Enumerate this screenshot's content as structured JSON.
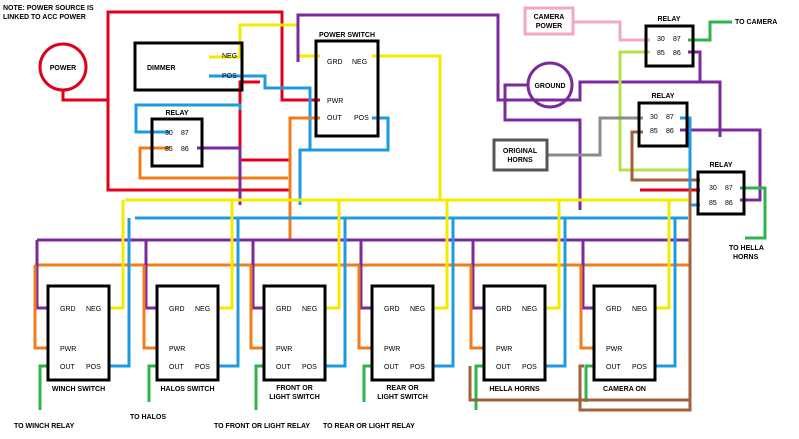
{
  "note": {
    "line1": "NOTE: POWER SOURCE IS",
    "line2": "LINKED TO ACC POWER"
  },
  "power": "POWER",
  "ground": "GROUND",
  "camera_power": {
    "line1": "CAMERA",
    "line2": "POWER"
  },
  "original_horns": {
    "line1": "ORIGINAL",
    "line2": "HORNS"
  },
  "dimmer": {
    "title": "DIMMER",
    "neg": "NEG",
    "pos": "POS"
  },
  "power_switch": {
    "title": "POWER SWITCH",
    "grd": "GRD",
    "neg": "NEG",
    "pwr": "PWR",
    "out": "OUT",
    "pos": "POS"
  },
  "relays": {
    "left": {
      "title": "RELAY",
      "p30": "30",
      "p87": "87",
      "p85": "85",
      "p86": "86"
    },
    "camera": {
      "title": "RELAY",
      "p30": "30",
      "p87": "87",
      "p85": "85",
      "p86": "86"
    },
    "horns": {
      "title": "RELAY",
      "p30": "30",
      "p87": "87",
      "p85": "85",
      "p86": "86"
    },
    "hella": {
      "title": "RELAY",
      "p30": "30",
      "p87": "87",
      "p85": "85",
      "p86": "86"
    }
  },
  "switch_pins": {
    "grd": "GRD",
    "neg": "NEG",
    "pwr": "PWR",
    "out": "OUT",
    "pos": "POS"
  },
  "switches": {
    "winch": {
      "line1": "WINCH SWITCH",
      "line2": ""
    },
    "halos": {
      "line1": "HALOS SWITCH",
      "line2": ""
    },
    "front": {
      "line1": "FRONT OR",
      "line2": "LIGHT SWITCH"
    },
    "rear": {
      "line1": "REAR OR",
      "line2": "LIGHT SWITCH"
    },
    "hella": {
      "line1": "HELLA HORNS",
      "line2": ""
    },
    "camera": {
      "line1": "CAMERA ON",
      "line2": ""
    }
  },
  "outputs": {
    "to_camera": "TO CAMERA",
    "to_hella": {
      "line1": "TO HELLA",
      "line2": "HORNS"
    },
    "to_winch": "TO WINCH RELAY",
    "to_halos": "TO HALOS",
    "to_front": "TO FRONT OR LIGHT RELAY",
    "to_rear": "TO REAR OR LIGHT RELAY"
  },
  "colors": {
    "power": "#e0001a",
    "ground": "#7b2a9c",
    "neg": "#f4ea00",
    "pos": "#1e9be0",
    "out": "#f07d1a",
    "trigger": "#2db34a",
    "camera_power": "#f4a6c8",
    "original_horns": "#8a8a8a",
    "brown": "#a0623a",
    "lime": "#b6e04a"
  }
}
